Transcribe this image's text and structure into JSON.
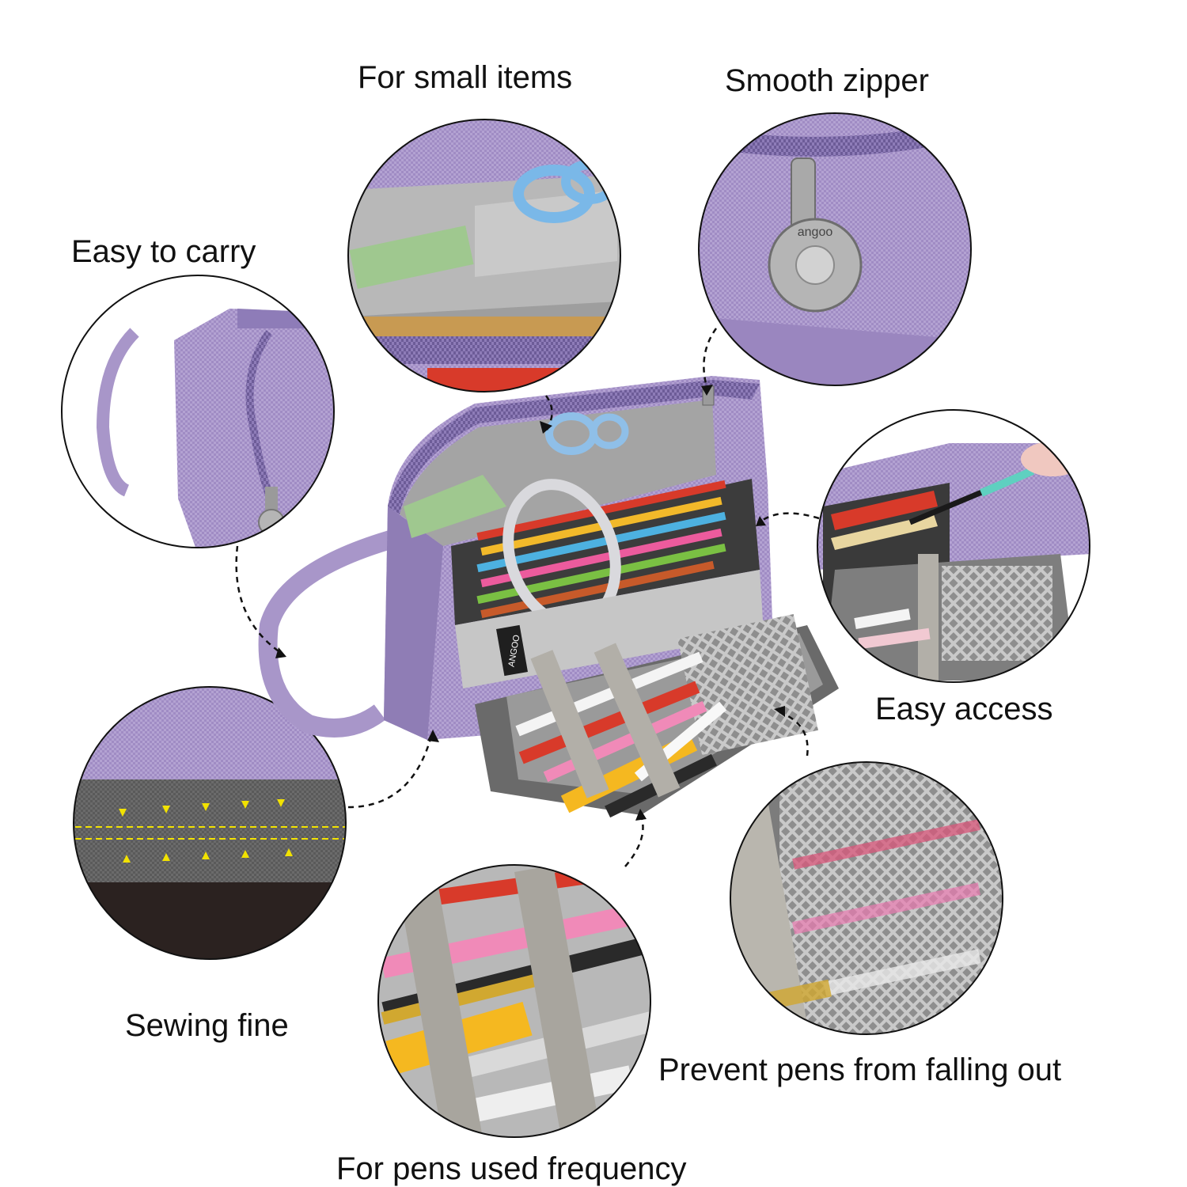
{
  "callouts": {
    "small_items": "For small items",
    "smooth_zipper": "Smooth zipper",
    "easy_carry": "Easy to carry",
    "easy_access": "Easy access",
    "sewing_fine": "Sewing fine",
    "prevent_falling": "Prevent pens from falling out",
    "pens_frequency": "For pens used frequency"
  },
  "brand": {
    "tag_text": "ANGOO",
    "zipper_pull_text": "angoo"
  },
  "colors": {
    "fabric_purple": "#a692c8",
    "fabric_purple_dark": "#8a76b0",
    "lining_gray": "#bdbdbd",
    "strap_gray": "#a8a6a0",
    "background": "#ffffff",
    "stitch_yellow": "#f2e200"
  }
}
